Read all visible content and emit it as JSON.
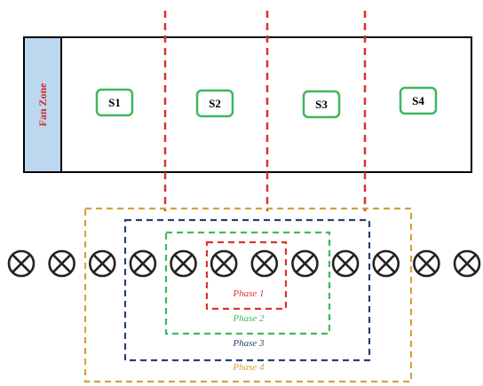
{
  "diagram": {
    "fan_zone": {
      "label": "Fan Zone"
    },
    "sensors": [
      {
        "label": "S1"
      },
      {
        "label": "S2"
      },
      {
        "label": "S3"
      },
      {
        "label": "S4"
      }
    ],
    "phases": [
      {
        "label": "Phase 1",
        "color": "#e03030"
      },
      {
        "label": "Phase 2",
        "color": "#3cba5c"
      },
      {
        "label": "Phase 3",
        "color": "#2a3f7a"
      },
      {
        "label": "Phase 4",
        "color": "#d4a33a"
      }
    ],
    "fan_count": 12,
    "colors": {
      "fan_zone_fill": "#bdd7ee",
      "sensor_border": "#3cb85c",
      "divider": "#e03030",
      "fan_icon": "#222222"
    }
  }
}
